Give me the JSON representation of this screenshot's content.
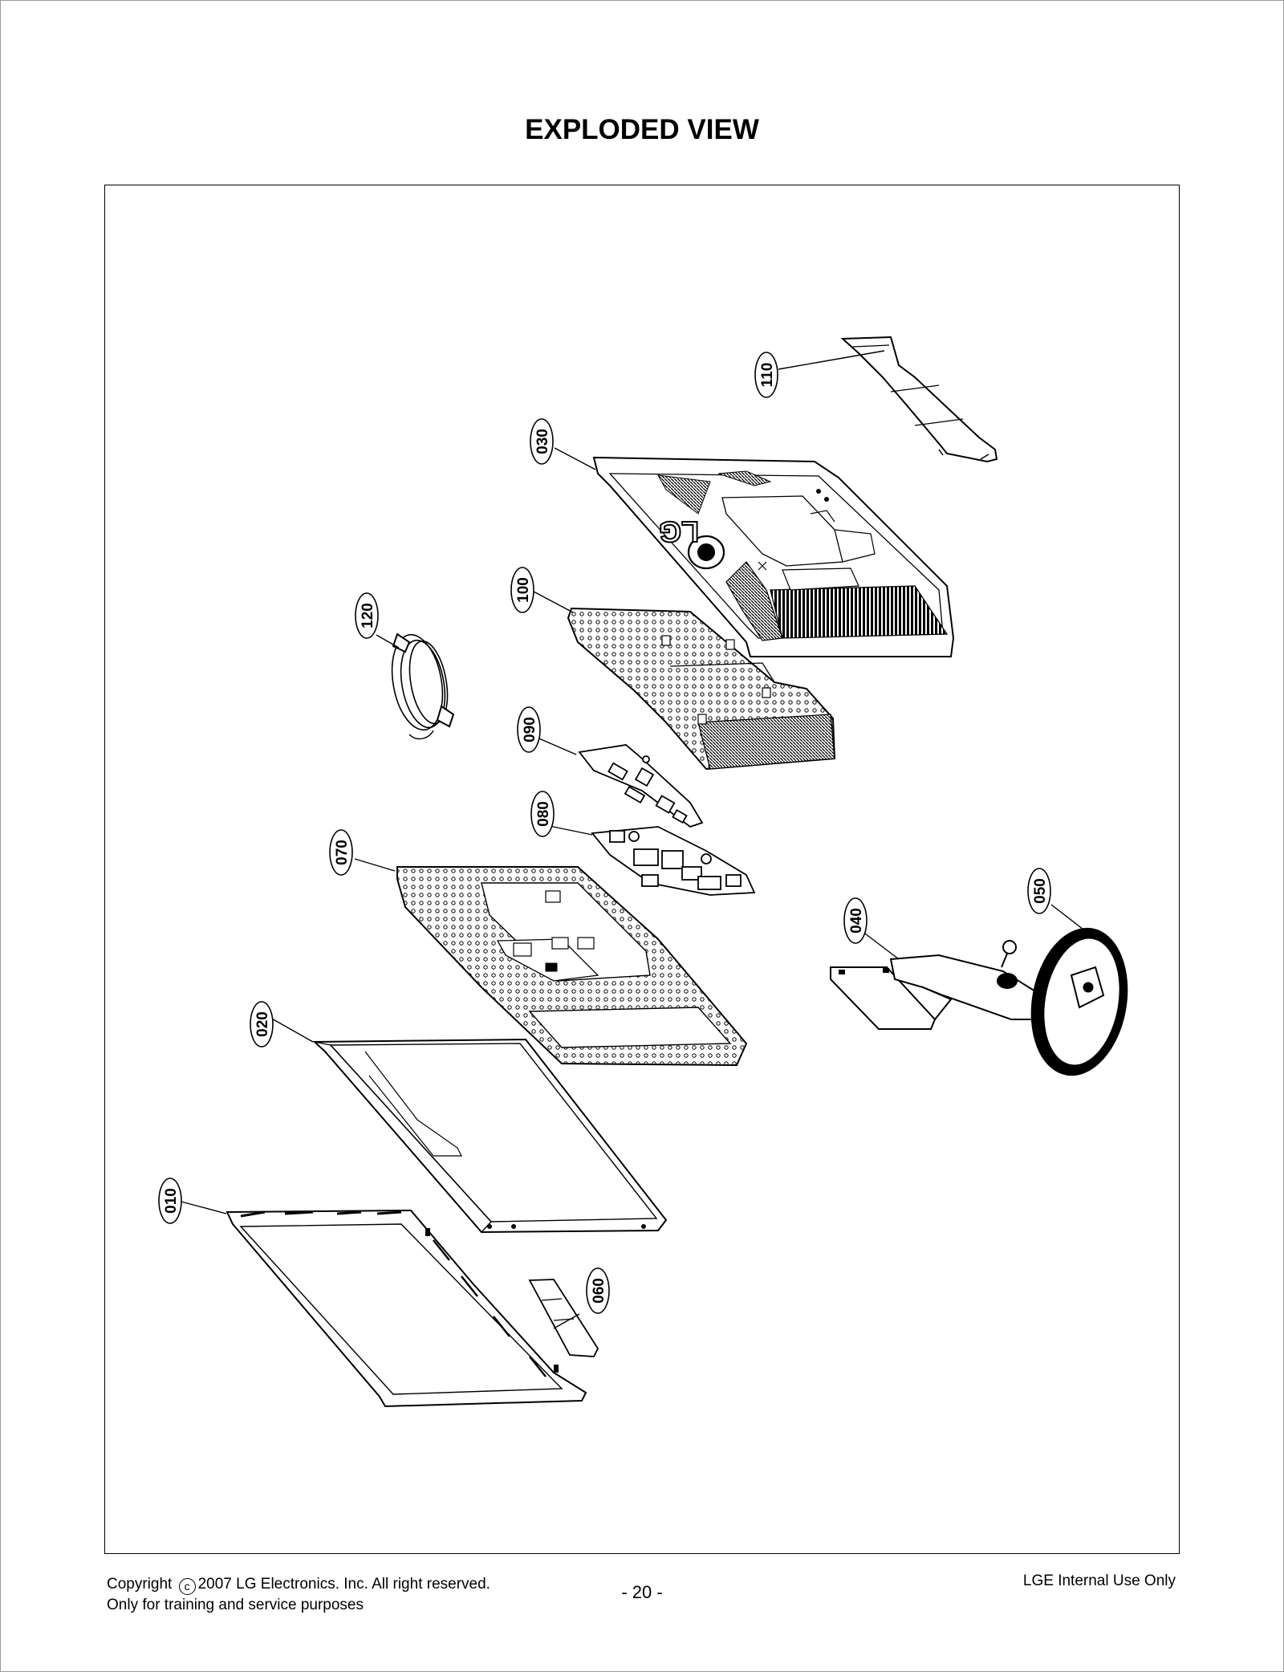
{
  "page": {
    "title": "EXPLODED VIEW",
    "page_number": "- 20 -"
  },
  "diagram": {
    "logo_text": "LG",
    "parts": [
      {
        "id": "010",
        "label": "010"
      },
      {
        "id": "020",
        "label": "020"
      },
      {
        "id": "030",
        "label": "030"
      },
      {
        "id": "040",
        "label": "040"
      },
      {
        "id": "050",
        "label": "050"
      },
      {
        "id": "060",
        "label": "060"
      },
      {
        "id": "070",
        "label": "070"
      },
      {
        "id": "080",
        "label": "080"
      },
      {
        "id": "090",
        "label": "090"
      },
      {
        "id": "100",
        "label": "100"
      },
      {
        "id": "110",
        "label": "110"
      },
      {
        "id": "120",
        "label": "120"
      }
    ]
  },
  "footer": {
    "copyright_prefix": "Copyright",
    "copyright_symbol": "c",
    "copyright_text": "2007 LG Electronics. Inc. All right reserved.",
    "usage_note": "Only for training and service purposes",
    "internal_note": "LGE Internal Use Only"
  }
}
